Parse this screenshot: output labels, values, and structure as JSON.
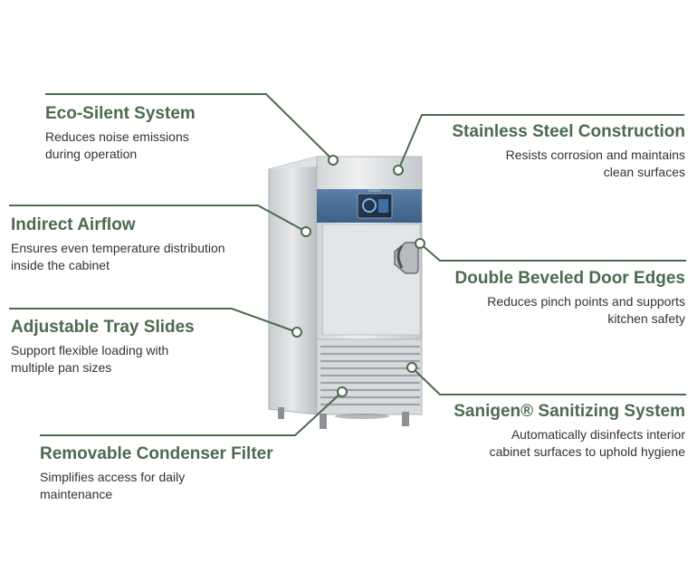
{
  "accent_color": "#4a6b4e",
  "features": {
    "eco_silent": {
      "title": "Eco-Silent System",
      "line1": "Reduces noise emissions",
      "line2": "during operation"
    },
    "stainless": {
      "title": "Stainless Steel Construction",
      "line1": "Resists corrosion and maintains",
      "line2": "clean surfaces"
    },
    "indirect_airflow": {
      "title": "Indirect Airflow",
      "line1": "Ensures even temperature distribution",
      "line2": "inside the cabinet"
    },
    "door_edges": {
      "title": "Double Beveled Door Edges",
      "line1": "Reduces pinch points and supports",
      "line2": "kitchen safety"
    },
    "tray_slides": {
      "title": "Adjustable Tray Slides",
      "line1": "Support flexible loading with",
      "line2": "multiple pan sizes"
    },
    "sanigen": {
      "title": "Sanigen® Sanitizing System",
      "line1": "Automatically disinfects interior",
      "line2": "cabinet surfaces to uphold hygiene"
    },
    "condenser": {
      "title": "Removable Condenser Filter",
      "line1": "Simplifies access for daily",
      "line2": "maintenance"
    }
  },
  "product": {
    "brand_label": "IRINOX"
  }
}
